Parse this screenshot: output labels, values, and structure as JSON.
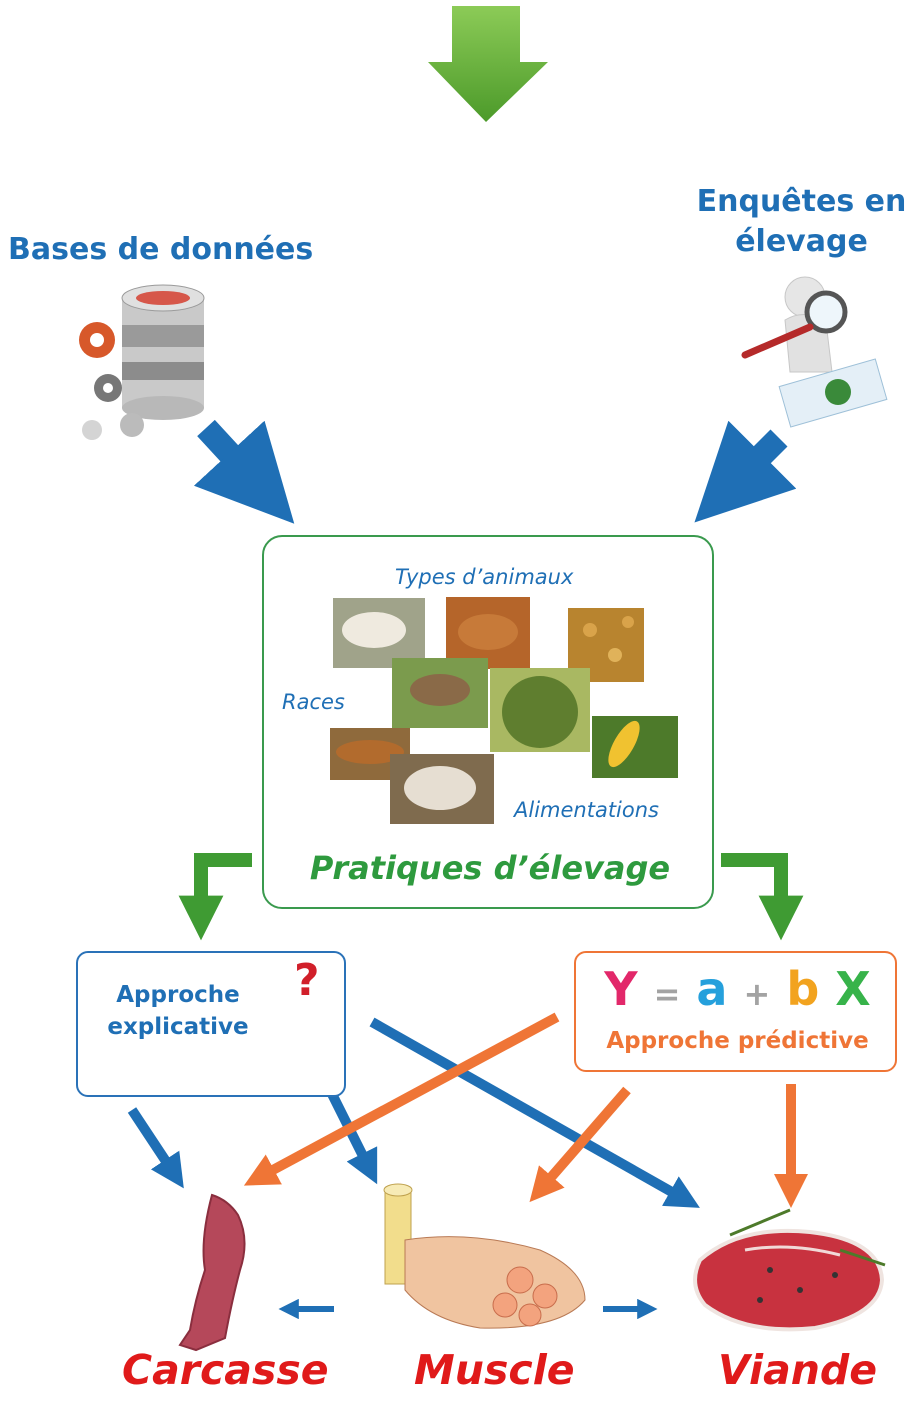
{
  "sources": {
    "left": "Bases de données",
    "right_line1": "Enquêtes en",
    "right_line2": "élevage"
  },
  "center": {
    "types": "Types d’animaux",
    "races": "Races",
    "alimentations": "Alimentations",
    "title": "Pratiques d’élevage"
  },
  "approach_explicative": {
    "line1": "Approche",
    "line2": "explicative"
  },
  "approach_predictive": {
    "eq_y": "Y",
    "eq_eq": "=",
    "eq_a": "a",
    "eq_plus": "+",
    "eq_b": "b",
    "eq_x": "X",
    "label": "Approche prédictive"
  },
  "outputs": {
    "carcasse": "Carcasse",
    "muscle": "Muscle",
    "viande": "Viande"
  },
  "colors": {
    "green": "#5aab34",
    "blue": "#1f6fb5",
    "orange": "#ef7536",
    "red": "#e01a1a"
  }
}
